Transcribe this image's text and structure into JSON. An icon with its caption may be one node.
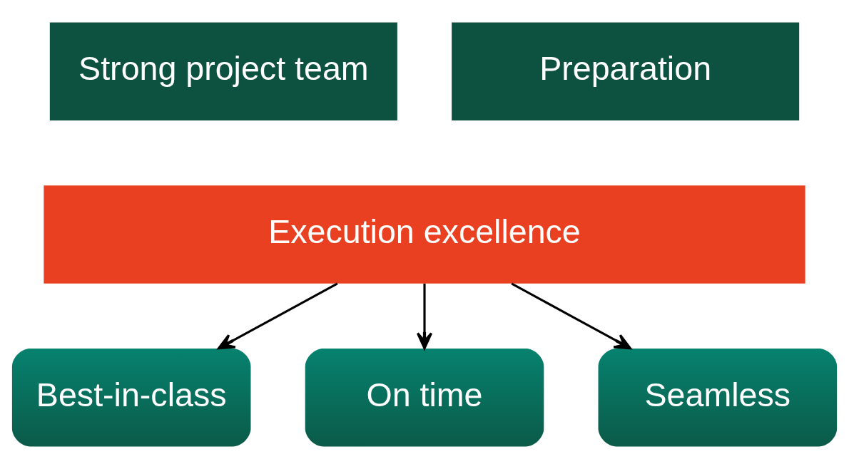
{
  "diagram": {
    "nodes": [
      {
        "text": [
          "Strong project team"
        ]
      },
      {
        "text": [
          "Preparation"
        ]
      },
      {
        "text": [
          "Execution excellence"
        ]
      },
      {
        "text": [
          "Best-in-class"
        ]
      },
      {
        "text": [
          "On time"
        ]
      },
      {
        "text": [
          "Seamless"
        ]
      }
    ],
    "edges": [
      {
        "from": 2,
        "to": 3,
        "arrow": "to"
      },
      {
        "from": 2,
        "to": 4,
        "arrow": "to"
      },
      {
        "from": 2,
        "to": 5,
        "arrow": "to"
      }
    ]
  }
}
